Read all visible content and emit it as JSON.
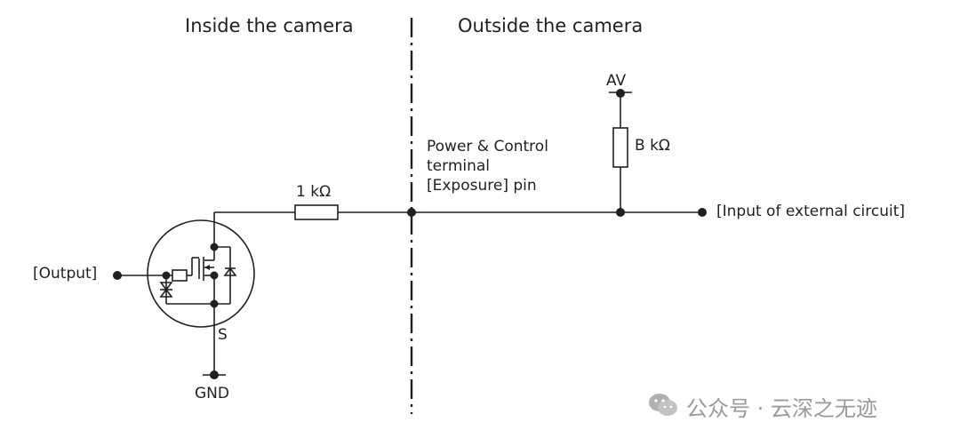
{
  "sections": {
    "inside_label": "Inside the camera",
    "outside_label": "Outside the camera"
  },
  "labels": {
    "resistor_internal": "1 kΩ",
    "supply": "AV",
    "resistor_external": "B kΩ",
    "pin_line1": "Power & Control",
    "pin_line2": "terminal",
    "pin_line3": "[Exposure] pin",
    "output": "[Output]",
    "input_external": "[Input of external circuit]",
    "source": "S",
    "ground": "GND"
  },
  "watermark": {
    "text": "公众号 · 云深之无迹",
    "icon": "wechat-icon"
  },
  "colors": {
    "line": "#231f20",
    "watermark": "#9a9a9a"
  }
}
